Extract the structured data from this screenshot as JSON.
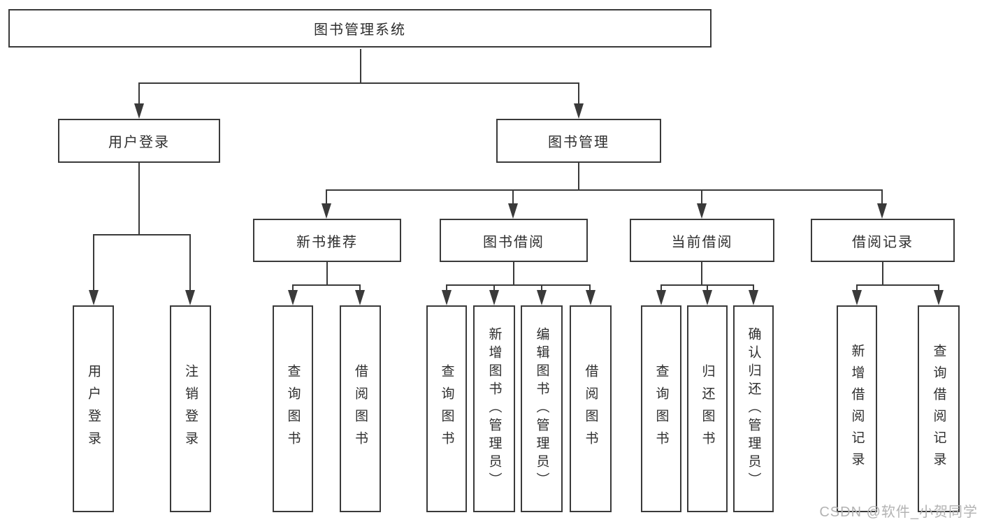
{
  "tree": {
    "root": "图书管理系统",
    "children": [
      {
        "label": "用户登录",
        "children": [
          {
            "label": "用户登录"
          },
          {
            "label": "注销登录"
          }
        ]
      },
      {
        "label": "图书管理",
        "children": [
          {
            "label": "新书推荐",
            "children": [
              {
                "label": "查询图书"
              },
              {
                "label": "借阅图书"
              }
            ]
          },
          {
            "label": "图书借阅",
            "children": [
              {
                "label": "查询图书"
              },
              {
                "label": "新增图书（管理员）"
              },
              {
                "label": "编辑图书（管理员）"
              },
              {
                "label": "借阅图书"
              }
            ]
          },
          {
            "label": "当前借阅",
            "children": [
              {
                "label": "查询图书"
              },
              {
                "label": "归还图书"
              },
              {
                "label": "确认归还（管理员）"
              }
            ]
          },
          {
            "label": "借阅记录",
            "children": [
              {
                "label": "新增借阅记录"
              },
              {
                "label": "查询借阅记录"
              }
            ]
          }
        ]
      }
    ]
  },
  "watermark": {
    "text": "CSDN @软件_小贺同学"
  },
  "colors": {
    "line": "#3a3a3a",
    "text": "#2e2e2e",
    "watermark": "#b3b3b3",
    "background": "#ffffff"
  }
}
